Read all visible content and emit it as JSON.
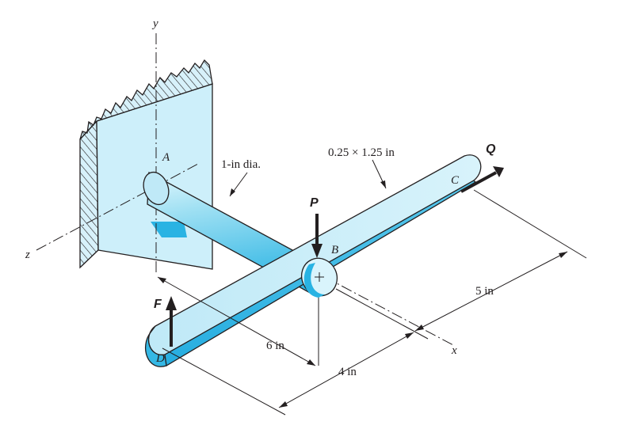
{
  "axes": {
    "y": "y",
    "z": "z",
    "x": "x"
  },
  "points": {
    "A": "A",
    "B": "B",
    "C": "C",
    "D": "D"
  },
  "forces": {
    "P": "P",
    "Q": "Q",
    "F": "F"
  },
  "dimensions": {
    "shaft_label": "1-in dia.",
    "bar_label": "0.25 × 1.25 in",
    "dim_6in": "6 in",
    "dim_4in": "4 in",
    "dim_5in": "5 in"
  },
  "colors": {
    "fill_light": "#c9eef8",
    "fill_mid": "#7fd3ee",
    "fill_dark": "#29b3e3",
    "line": "#231f20"
  }
}
